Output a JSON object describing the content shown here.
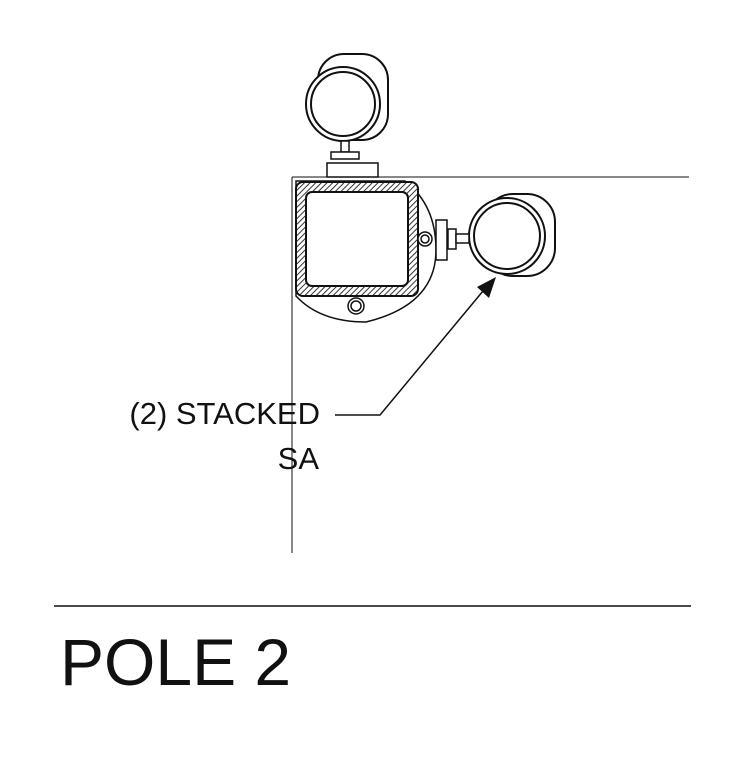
{
  "callout": {
    "line1": "(2) STACKED",
    "line2": "SA"
  },
  "title": "POLE 2",
  "colors": {
    "line": "#111111",
    "hatch": "#555555",
    "background": "#ffffff"
  }
}
